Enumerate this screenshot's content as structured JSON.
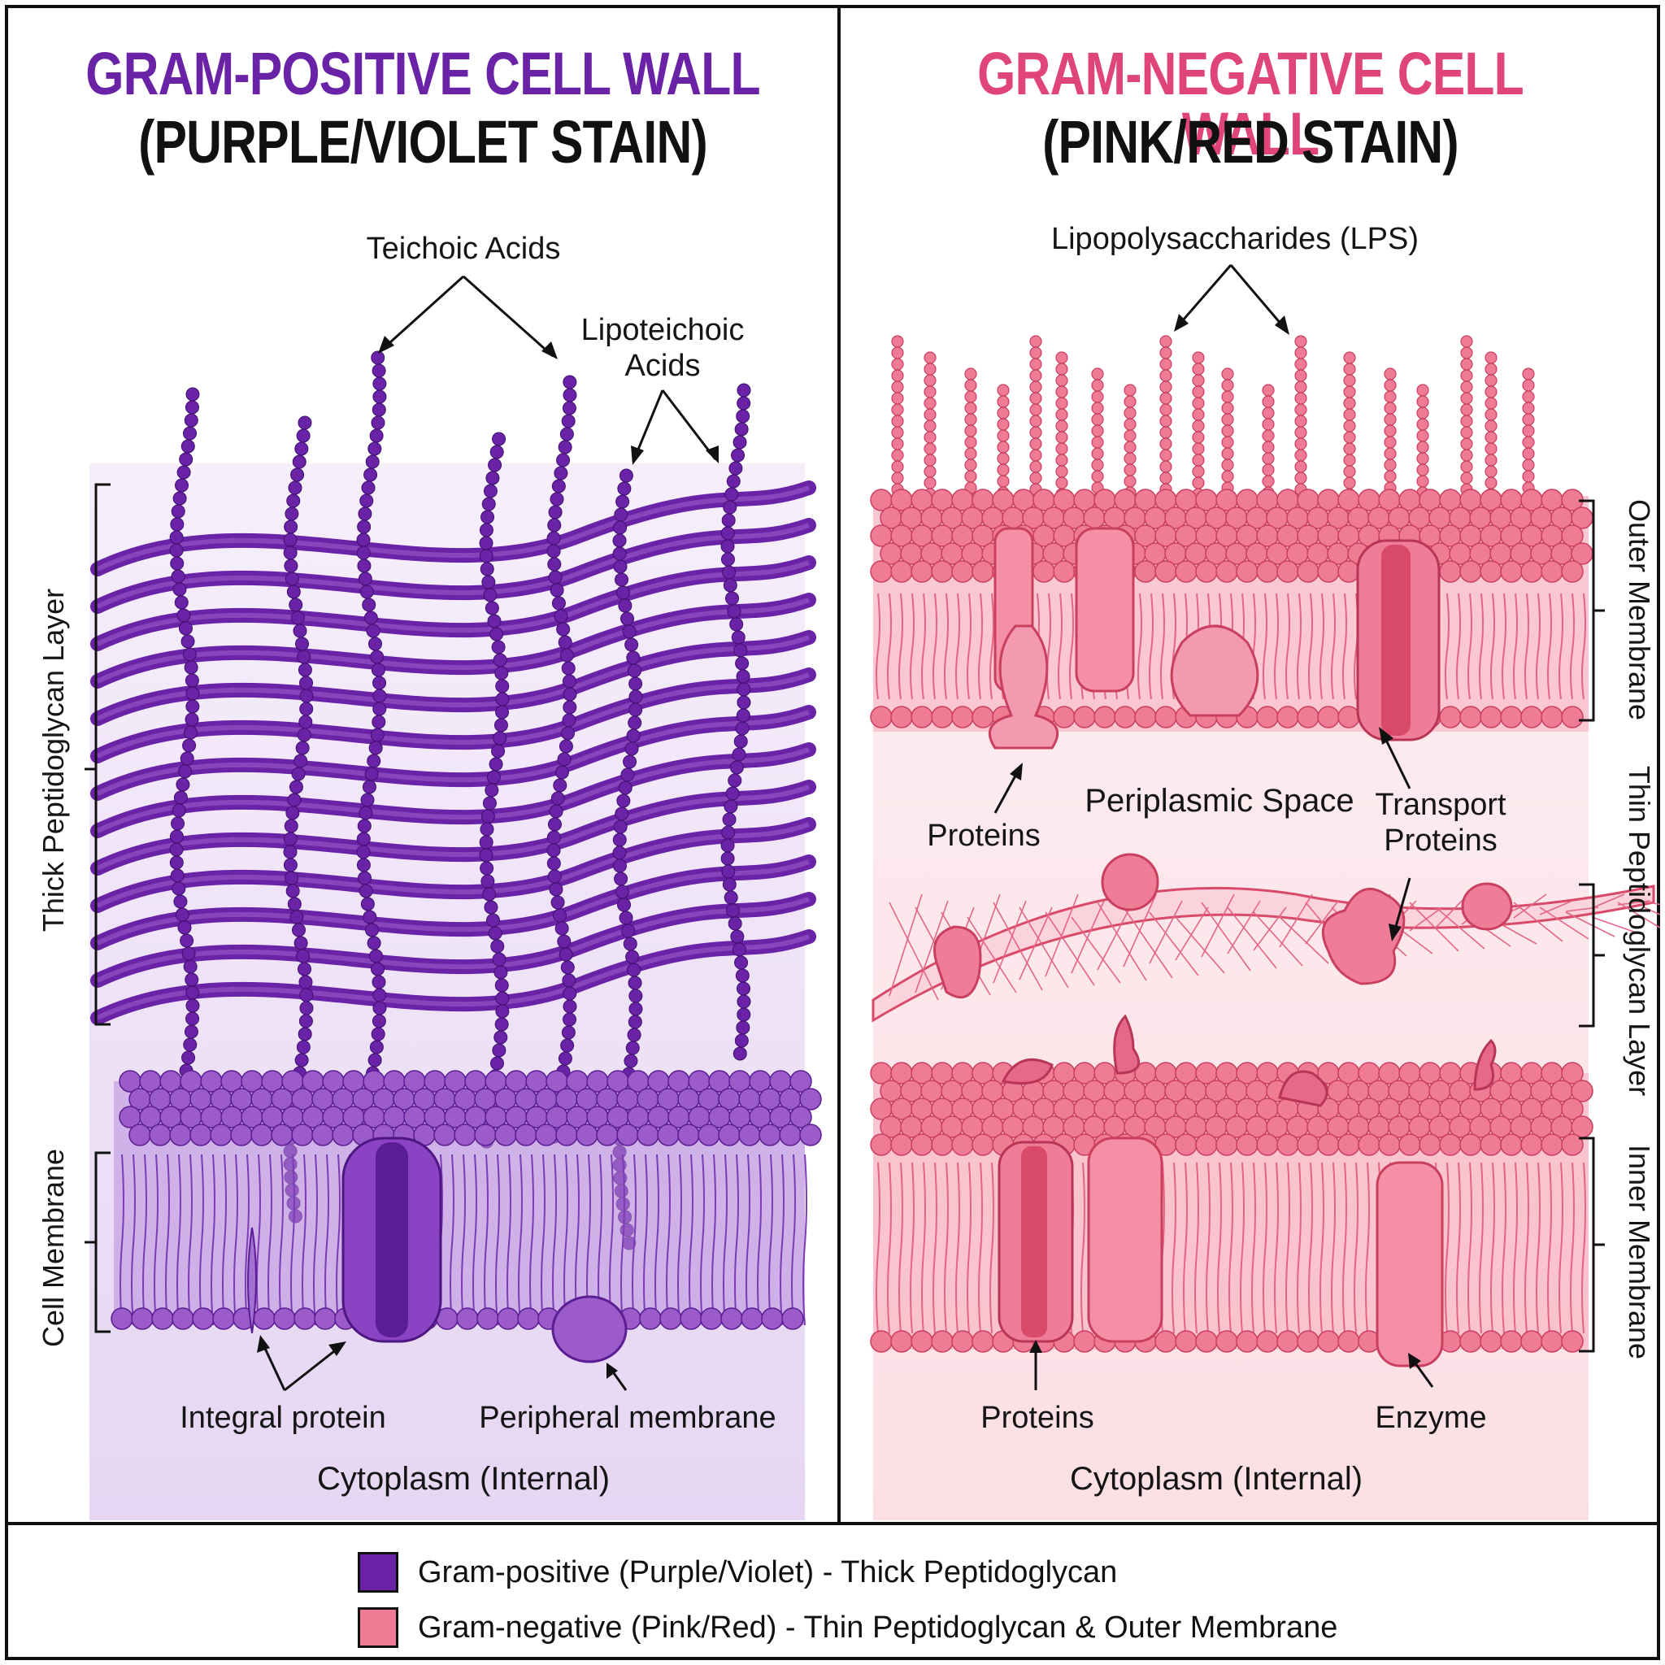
{
  "left_panel": {
    "title_line1": "GRAM-POSITIVE CELL WALL",
    "title_line2": "(PURPLE/VIOLET STAIN)",
    "labels": {
      "teichoic": "Teichoic Acids",
      "lipoteichoic_1": "Lipoteichoic",
      "lipoteichoic_2": "Acids",
      "thick_peptidoglycan": "Thick Peptidoglycan Layer",
      "cell_membrane": "Cell Membrane",
      "integral_protein": "Integral protein",
      "peripheral_membrane": "Peripheral membrane",
      "cytoplasm": "Cytoplasm (Internal)"
    }
  },
  "right_panel": {
    "title_line1": "GRAM-NEGATIVE CELL WALL",
    "title_line2": "(PINK/RED STAIN)",
    "labels": {
      "lps": "Lipopolysaccharides (LPS)",
      "outer_membrane": "Outer Membrane",
      "thin_peptidoglycan": "Thin Peptidoglycan Layer",
      "inner_membrane": "Inner Membrane",
      "proteins_upper": "Proteins",
      "periplasmic": "Periplasmic Space",
      "transport_1": "Transport",
      "transport_2": "Proteins",
      "proteins_lower": "Proteins",
      "enzyme": "Enzyme",
      "cytoplasm": "Cytoplasm (Internal)"
    }
  },
  "legend": {
    "items": [
      {
        "label": "Gram-positive (Purple/Violet) - Thick Peptidoglycan",
        "color": "#6a23a6"
      },
      {
        "label": "Gram-negative (Pink/Red) - Thin Peptidoglycan & Outer Membrane",
        "color": "#ef7b94"
      }
    ]
  },
  "colors": {
    "positive_dark": "#6a23a6",
    "positive_mid": "#9b5cc9",
    "positive_light": "#d9c4ee",
    "negative_dark": "#d94a6a",
    "negative_mid": "#ef7b94",
    "negative_light": "#fbdfe5"
  }
}
